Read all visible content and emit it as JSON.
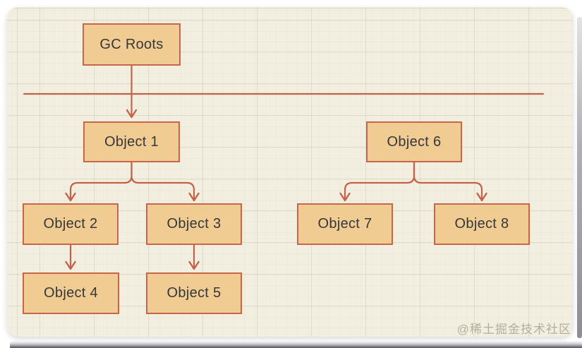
{
  "diagram": {
    "nodes": [
      {
        "id": "gc-roots",
        "label": "GC Roots"
      },
      {
        "id": "object-1",
        "label": "Object 1"
      },
      {
        "id": "object-2",
        "label": "Object 2"
      },
      {
        "id": "object-3",
        "label": "Object 3"
      },
      {
        "id": "object-4",
        "label": "Object 4"
      },
      {
        "id": "object-5",
        "label": "Object 5"
      },
      {
        "id": "object-6",
        "label": "Object 6"
      },
      {
        "id": "object-7",
        "label": "Object 7"
      },
      {
        "id": "object-8",
        "label": "Object 8"
      }
    ],
    "edges": [
      {
        "from": "gc-roots",
        "to": "object-1"
      },
      {
        "from": "object-1",
        "to": "object-2"
      },
      {
        "from": "object-1",
        "to": "object-3"
      },
      {
        "from": "object-2",
        "to": "object-4"
      },
      {
        "from": "object-3",
        "to": "object-5"
      },
      {
        "from": "object-6",
        "to": "object-7"
      },
      {
        "from": "object-6",
        "to": "object-8"
      }
    ],
    "colors": {
      "canvas": "#f2efe0",
      "node_fill": "#f0cc92",
      "node_border": "#c7664b",
      "edge": "#c4624a",
      "text": "#36373a",
      "watermark": "#b3af9f"
    }
  },
  "watermark": {
    "text": "@稀土掘金技术社区"
  }
}
